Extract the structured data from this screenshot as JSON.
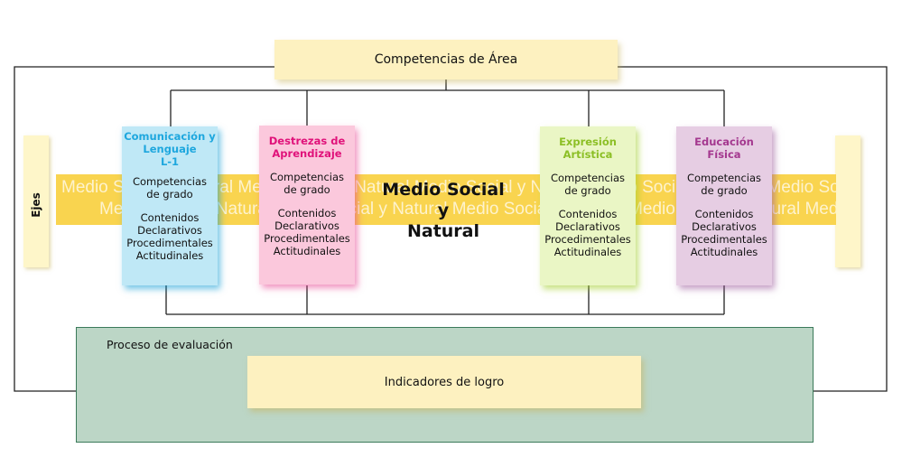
{
  "title": "Competencias de Área",
  "ejes_label": "Ejes",
  "band": {
    "watermark_text": "Medio Social y Natural",
    "center_line1": "Medio Social y",
    "center_line2": "Natural"
  },
  "subjects": [
    {
      "name_lines": [
        "Comunicación y",
        "Lenguaje",
        "L-1"
      ],
      "competencias": [
        "Competencias",
        "de grado"
      ],
      "contenidos": [
        "Contenidos",
        "Declarativos",
        "Procedimentales",
        "Actitudinales"
      ],
      "color": "#1ea7de"
    },
    {
      "name_lines": [
        "Destrezas de",
        "Aprendizaje"
      ],
      "competencias": [
        "Competencias",
        "de grado"
      ],
      "contenidos": [
        "Contenidos",
        "Declarativos",
        "Procedimentales",
        "Actitudinales"
      ],
      "color": "#e0127a"
    },
    {
      "name_lines": [
        "Expresión",
        "Artística"
      ],
      "competencias": [
        "Competencias",
        "de grado"
      ],
      "contenidos": [
        "Contenidos",
        "Declarativos",
        "Procedimentales",
        "Actitudinales"
      ],
      "color": "#8cbf26"
    },
    {
      "name_lines": [
        "Educación",
        "Física"
      ],
      "competencias": [
        "Competencias",
        "de grado"
      ],
      "contenidos": [
        "Contenidos",
        "Declarativos",
        "Procedimentales",
        "Actitudinales"
      ],
      "color": "#a4388f"
    }
  ],
  "evaluation": {
    "label": "Proceso de evaluación",
    "indicators": "Indicadores de logro"
  }
}
